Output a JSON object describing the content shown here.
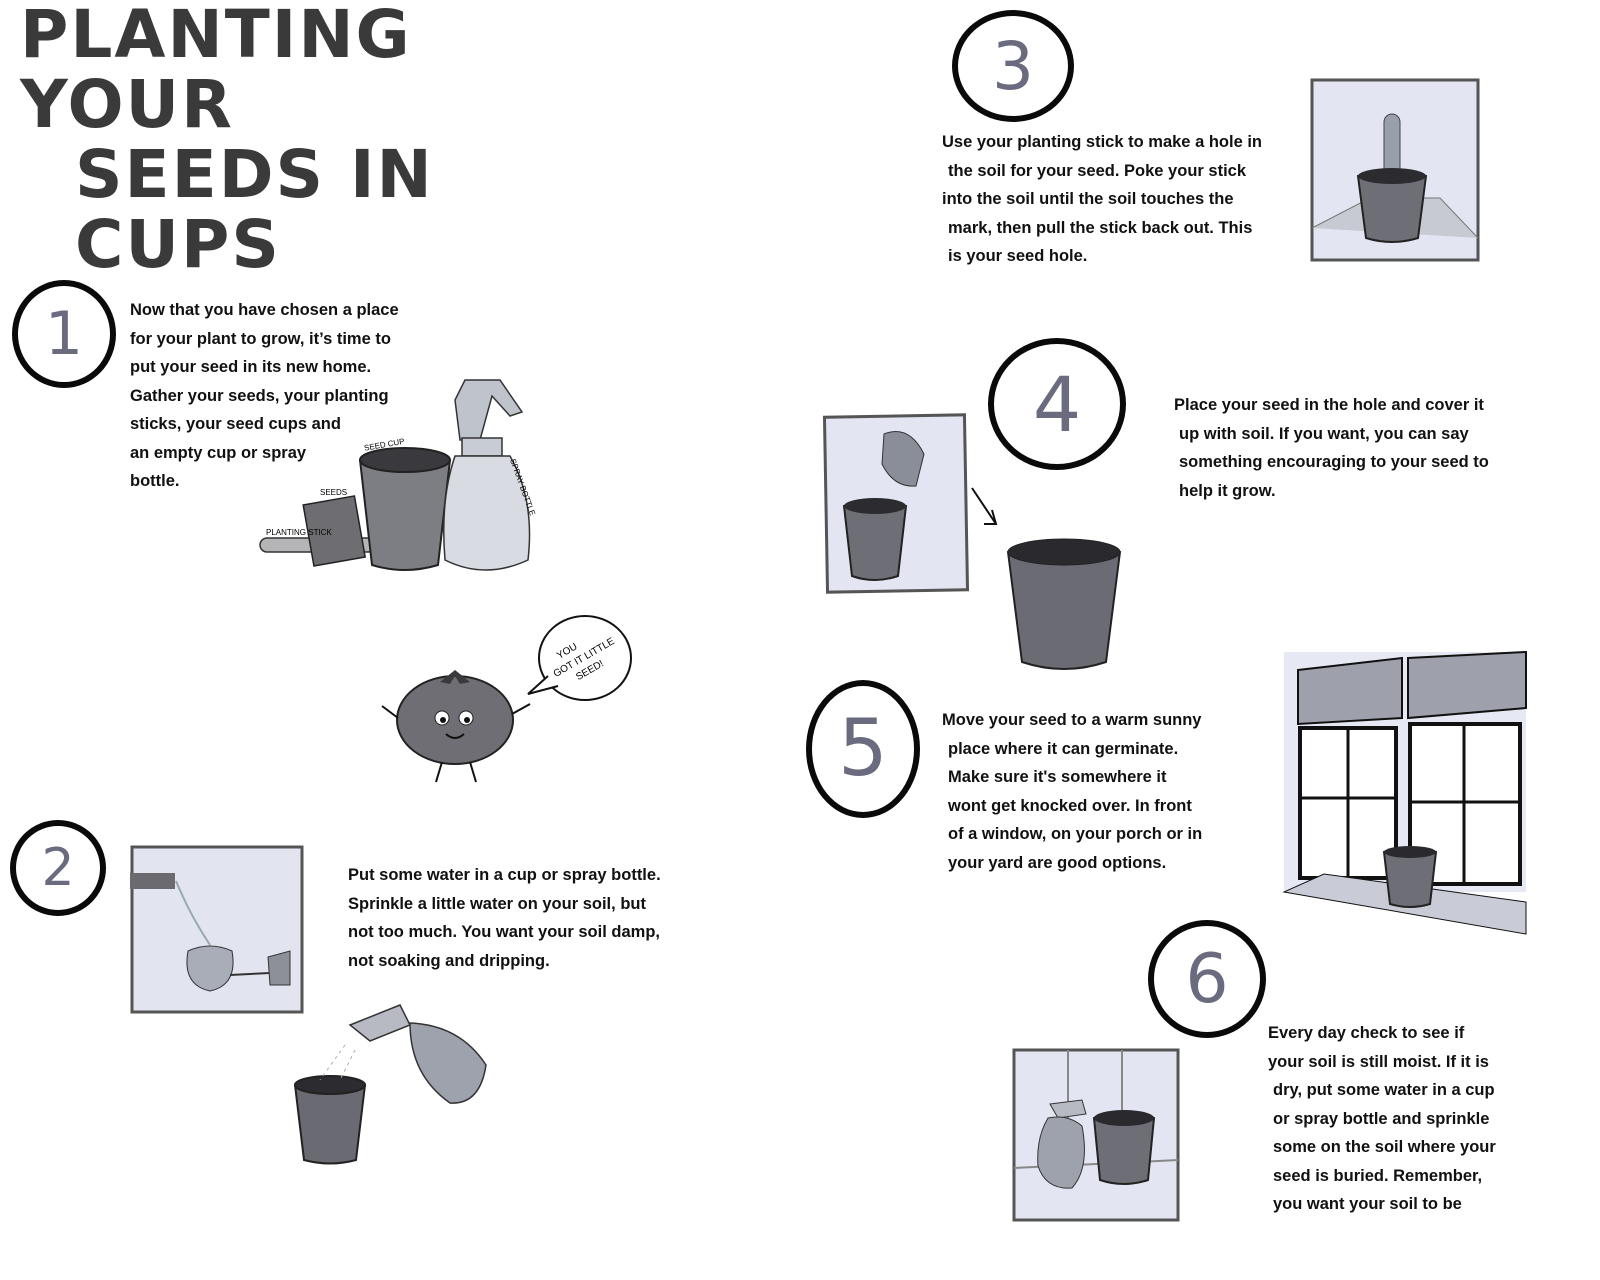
{
  "title": {
    "line1": "PLANTING YOUR",
    "line2": "SEEDS IN CUPS"
  },
  "steps": [
    {
      "number": "1",
      "lines": [
        "Now that you have chosen a place",
        "for your plant to grow, it’s time to",
        "put your seed in its new home.",
        "Gather your seeds, your planting",
        "sticks, your seed cups and",
        "an empty cup or spray",
        "bottle."
      ],
      "labels": {
        "seed_cup": "SEED CUP",
        "seeds": "SEEDS",
        "planting_stick": "PLANTING STICK",
        "spray_bottle": "SPRAY BOTTLE"
      }
    },
    {
      "number": "2",
      "lines": [
        "Put some water in a cup or spray bottle.",
        "Sprinkle a little water on your soil, but",
        "not too much. You want your soil damp,",
        "not soaking and dripping."
      ]
    },
    {
      "number": "3",
      "lines": [
        "Use your planting stick to make a hole in",
        "the soil for your seed. Poke your stick",
        "into the soil until the soil touches the",
        "mark, then pull the stick back out. This",
        "is your seed hole."
      ]
    },
    {
      "number": "4",
      "lines": [
        "Place your seed in the hole and cover it",
        "up with soil. If you want, you can say",
        "something encouraging to your seed to",
        "help it grow."
      ]
    },
    {
      "number": "5",
      "lines": [
        "Move your seed to a warm sunny",
        "place where it can germinate.",
        "Make sure it's somewhere it",
        "wont get knocked over. In front",
        "of a window, on your porch or in",
        "your yard are good options."
      ]
    },
    {
      "number": "6",
      "lines": [
        "Every day check to see if",
        "your soil is still moist. If it is",
        "dry, put some water in a cup",
        "or spray bottle and sprinkle",
        "some on the soil where your",
        "seed is buried. Remember,",
        "you want your soil to be"
      ]
    }
  ],
  "speech_bubble": {
    "line1": "YOU",
    "line2": "GOT IT LITTLE",
    "line3": "SEED!"
  }
}
